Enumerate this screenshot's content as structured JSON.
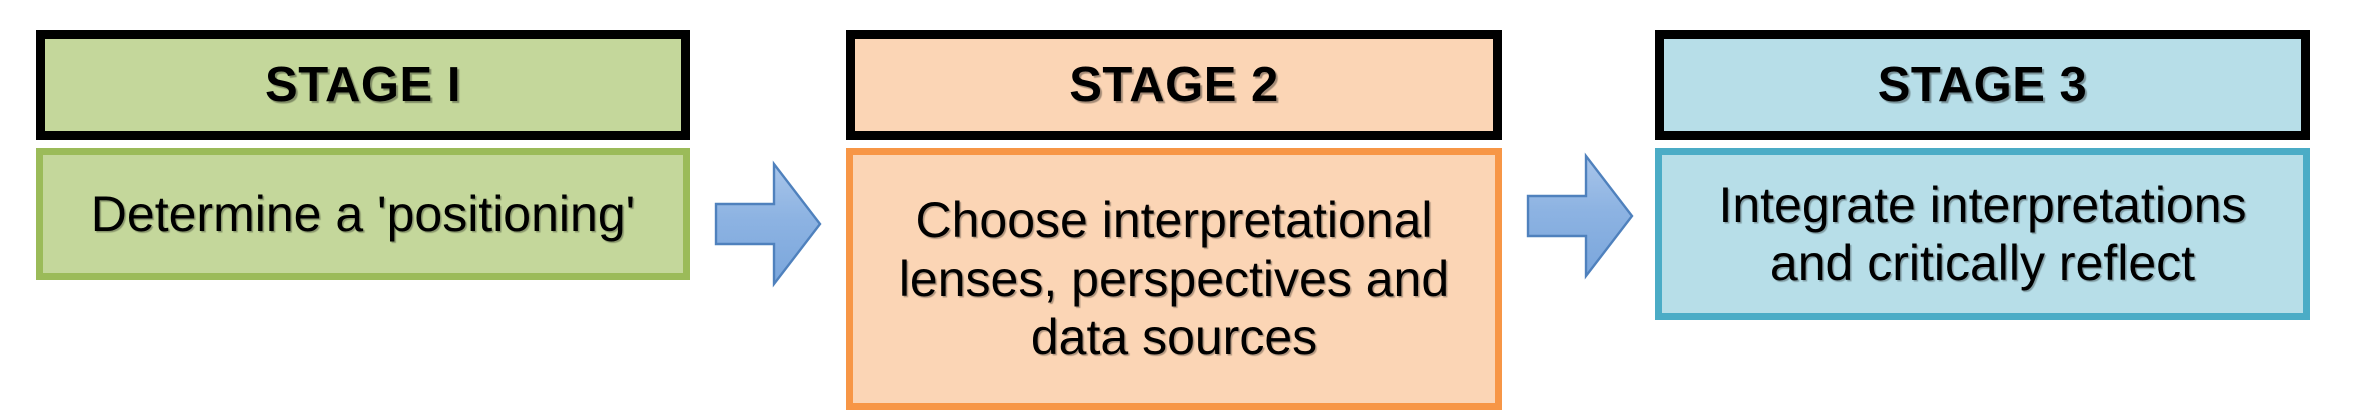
{
  "diagram": {
    "type": "three-stage process flow",
    "stages": [
      {
        "id": "stage-1",
        "header": "STAGE I",
        "body": "Determine a 'positioning'",
        "fill": "#C4D79B",
        "header_border": "#000000",
        "body_border": "#9BBB59"
      },
      {
        "id": "stage-2",
        "header": "STAGE 2",
        "body": "Choose interpretational lenses, perspectives and data sources",
        "fill": "#FBD5B5",
        "header_border": "#000000",
        "body_border": "#F79646"
      },
      {
        "id": "stage-3",
        "header": "STAGE 3",
        "body": "Integrate interpretations and critically reflect",
        "fill": "#B7DEE8",
        "header_border": "#000000",
        "body_border": "#4BACC6"
      }
    ],
    "connectors": [
      {
        "id": "arrow-1",
        "icon": "right-arrow-icon",
        "from": "stage-1",
        "to": "stage-2",
        "fill": "#8DB3E2",
        "stroke": "#4F81BD"
      },
      {
        "id": "arrow-2",
        "icon": "right-arrow-icon",
        "from": "stage-2",
        "to": "stage-3",
        "fill": "#8DB3E2",
        "stroke": "#4F81BD"
      }
    ]
  }
}
